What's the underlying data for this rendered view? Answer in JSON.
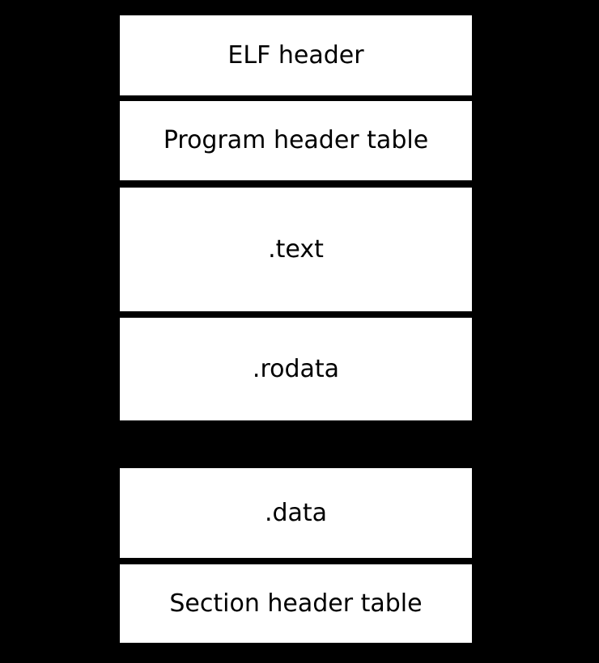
{
  "colors": {
    "background": "#000000",
    "box_fill": "#ffffff",
    "box_text": "#000000"
  },
  "diagram": {
    "type": "stacked-block-diagram",
    "description_visible_blocks_top_to_bottom": true,
    "boxes": [
      {
        "id": "elf-header",
        "label": "ELF header"
      },
      {
        "id": "program-header-table",
        "label": "Program header table"
      },
      {
        "id": "text-section",
        "label": ".text"
      },
      {
        "id": "rodata-section",
        "label": ".rodata"
      },
      {
        "id": "data-section",
        "label": ".data"
      },
      {
        "id": "section-header-table",
        "label": "Section header table"
      }
    ]
  }
}
